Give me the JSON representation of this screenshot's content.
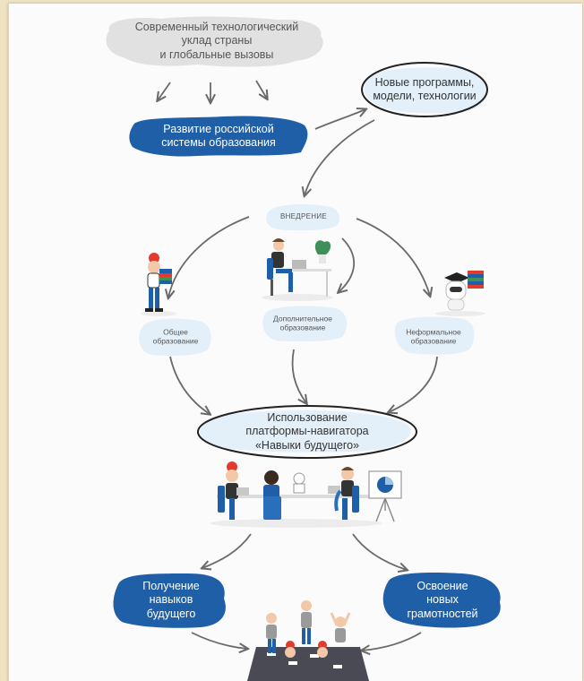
{
  "nodes": {
    "tech_order": "Современный технологический\nуклад страны\nи глобальные вызовы",
    "development": "Развитие российской\nсистемы образования",
    "new_programs": "Новые программы,\nмодели, технологии",
    "implementation": "ВНЕДРЕНИЕ",
    "general_education": "Общее\nобразование",
    "additional_education": "Дополнительное\nобразование",
    "informal_education": "Неформальное\nобразование",
    "platform": "Использование\nплатформы-навигатора\n«Навыки будущего»",
    "future_skills": "Получение\nнавыков\nбудущего",
    "new_literacies": "Освоение\nновых\nграмотностей"
  },
  "illustrations": [
    "student-with-books-icon",
    "person-at-laptop-icon",
    "robot-graduate-icon",
    "team-at-desks-icon",
    "presentation-board-icon",
    "group-celebrating-icon"
  ],
  "colors": {
    "blue_blob": "#1f5fa8",
    "grey_blob": "#e1e1e1",
    "light_blob": "#e4f0f9",
    "arrow": "#6a6a6a",
    "ellipse": "#222222",
    "accent_red": "#e23b2e"
  }
}
